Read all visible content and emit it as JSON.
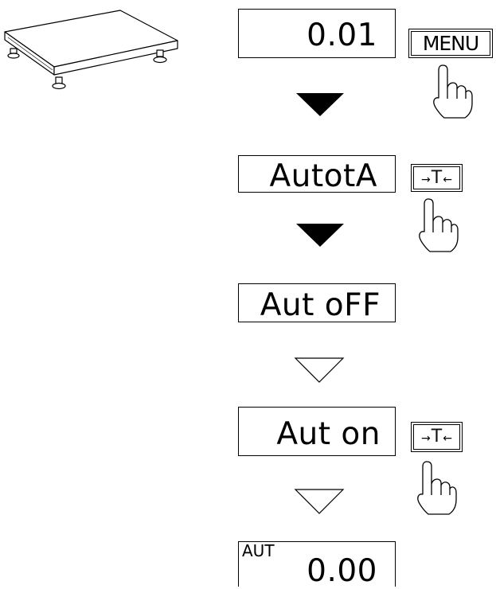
{
  "displays": [
    {
      "value": "0.01"
    },
    {
      "value": "AutotA"
    },
    {
      "value": "Aut oFF"
    },
    {
      "value": "Aut on"
    },
    {
      "value": "0.00",
      "indicator": "AUT"
    }
  ],
  "keys": {
    "menu": "MENU",
    "tare_left_arrow": "→",
    "tare_letter": "T",
    "tare_right_arrow": "←"
  },
  "arrows": [
    {
      "style": "filled"
    },
    {
      "style": "filled"
    },
    {
      "style": "outline"
    },
    {
      "style": "outline"
    }
  ],
  "colors": {
    "ink": "#000000",
    "background": "#ffffff"
  },
  "icons": [
    "platform-scale-icon",
    "pressing-hand-icon"
  ]
}
